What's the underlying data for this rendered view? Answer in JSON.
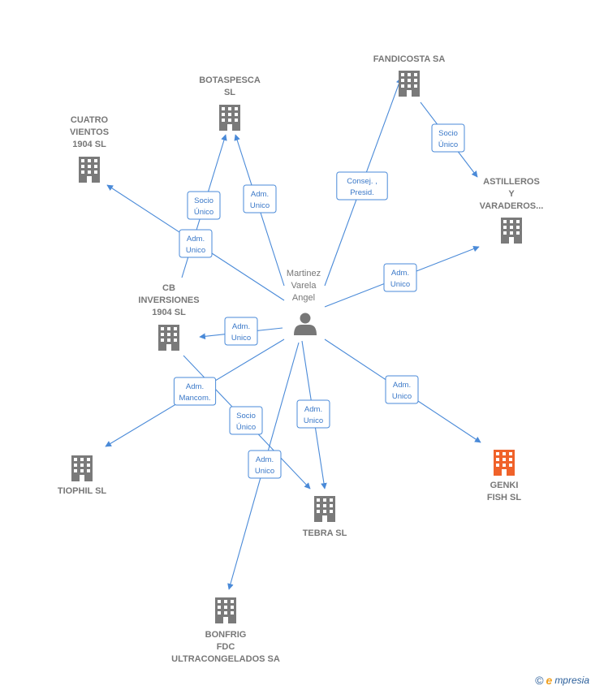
{
  "colors": {
    "edge": "#4a8ad8",
    "edge_text": "#3a78c8",
    "building": "#7a7a7a",
    "building_highlight": "#f0622a",
    "label": "#777777"
  },
  "person": {
    "name_lines": [
      "Martinez",
      "Varela",
      "Angel"
    ],
    "icon": "person-icon"
  },
  "companies": [
    {
      "id": "botaspesca",
      "lines": [
        "BOTASPESCA",
        "SL"
      ],
      "highlight": false
    },
    {
      "id": "fandicosta",
      "lines": [
        "FANDICOSTA SA"
      ],
      "highlight": false
    },
    {
      "id": "cuatro-vientos",
      "lines": [
        "CUATRO",
        "VIENTOS",
        "1904  SL"
      ],
      "highlight": false
    },
    {
      "id": "astilleros",
      "lines": [
        "ASTILLEROS",
        "Y",
        "VARADEROS..."
      ],
      "highlight": false
    },
    {
      "id": "cb-inversiones",
      "lines": [
        "CB",
        "INVERSIONES",
        "1904  SL"
      ],
      "highlight": false
    },
    {
      "id": "tiophil",
      "lines": [
        "TIOPHIL  SL"
      ],
      "highlight": false
    },
    {
      "id": "tebra",
      "lines": [
        "TEBRA SL"
      ],
      "highlight": false
    },
    {
      "id": "genki",
      "lines": [
        "GENKI",
        "FISH  SL"
      ],
      "highlight": true
    },
    {
      "id": "bonfrig",
      "lines": [
        "BONFRIG",
        "FDC",
        "ULTRACONGELADOS SA"
      ],
      "highlight": false
    }
  ],
  "relations": [
    {
      "id": "r-botaspesca-socio",
      "lines": [
        "Socio",
        "Único"
      ]
    },
    {
      "id": "r-botaspesca-adm",
      "lines": [
        "Adm.",
        "Unico"
      ]
    },
    {
      "id": "r-cuatro-adm",
      "lines": [
        "Adm.",
        "Unico"
      ]
    },
    {
      "id": "r-fandicosta-consej",
      "lines": [
        "Consej. ,",
        "Presid."
      ]
    },
    {
      "id": "r-astilleros-socio",
      "lines": [
        "Socio",
        "Único"
      ]
    },
    {
      "id": "r-astilleros-adm",
      "lines": [
        "Adm.",
        "Unico"
      ]
    },
    {
      "id": "r-cb-adm",
      "lines": [
        "Adm.",
        "Unico"
      ]
    },
    {
      "id": "r-tiophil-mancom",
      "lines": [
        "Adm.",
        "Mancom."
      ]
    },
    {
      "id": "r-tebra-socio",
      "lines": [
        "Socio",
        "Único"
      ]
    },
    {
      "id": "r-tebra-adm",
      "lines": [
        "Adm.",
        "Unico"
      ]
    },
    {
      "id": "r-genki-adm",
      "lines": [
        "Adm.",
        "Unico"
      ]
    },
    {
      "id": "r-bonfrig-adm",
      "lines": [
        "Adm.",
        "Unico"
      ]
    }
  ],
  "footer": {
    "copyright_symbol": "©",
    "brand_initial": "e",
    "brand_rest": "mpresia"
  }
}
